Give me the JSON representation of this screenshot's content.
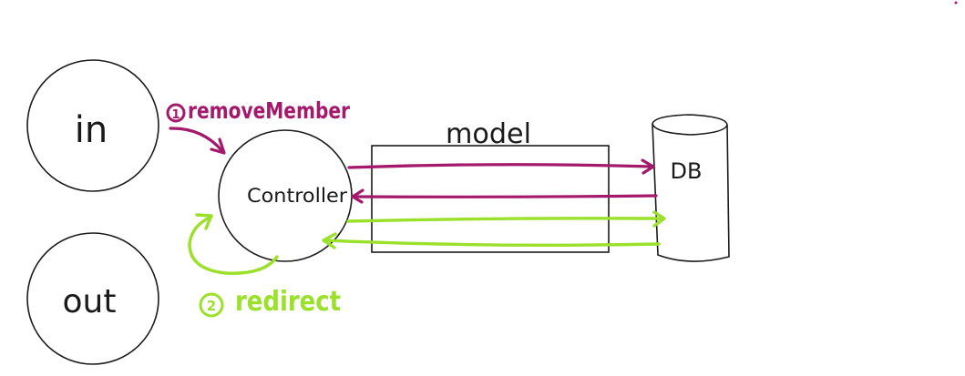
{
  "nodes": {
    "in": {
      "label": "in"
    },
    "out": {
      "label": "out"
    },
    "controller": {
      "label": "Controller"
    },
    "model": {
      "label": "model"
    },
    "db": {
      "label": "DB"
    }
  },
  "steps": {
    "step1": {
      "number": "1",
      "label": "removeMember"
    },
    "step2": {
      "number": "2",
      "label": "redirect"
    }
  },
  "colors": {
    "ink": "#1a1a1a",
    "magenta": "#a4196b",
    "green": "#9be02b"
  }
}
